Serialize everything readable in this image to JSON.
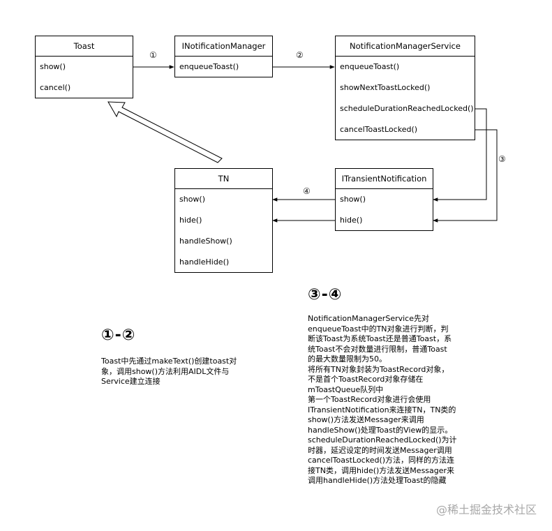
{
  "classes": {
    "toast": {
      "name": "Toast",
      "methods": [
        "show()",
        "cancel()"
      ]
    },
    "inotification_manager": {
      "name": "INotificationManager",
      "methods": [
        "enqueueToast()"
      ]
    },
    "notification_manager_service": {
      "name": "NotificationManagerService",
      "methods": [
        "enqueueToast()",
        "showNextToastLocked()",
        "scheduleDurationReachedLocked()",
        "cancelToastLocked()"
      ]
    },
    "tn": {
      "name": "TN",
      "methods": [
        "show()",
        "hide()",
        "handleShow()",
        "handleHide()"
      ]
    },
    "itransient_notification": {
      "name": "ITransientNotification",
      "methods": [
        "show()",
        "hide()"
      ]
    }
  },
  "step_labels": {
    "s1": "①",
    "s2": "②",
    "s3": "③",
    "s4": "④"
  },
  "notes": {
    "left": {
      "heading": "①-②",
      "body": "Toast中先通过makeText()创建toast对\n象，调用show()方法利用AIDL文件与\nService建立连接"
    },
    "right": {
      "heading": "③-④",
      "body": "NotificationManagerService先对\nenqueueToast中的TN对象进行判断，判\n断该Toast为系统Toast还是普通Toast，系\n统Toast不会对数量进行限制，普通Toast\n的最大数量限制为50。\n将所有TN对象封装为ToastRecord对象，\n不是首个ToastRecord对象存储在\nmToastQueue队列中\n第一个ToastRecord对象进行会使用\nITransientNotification来连接TN，TN类的\nshow()方法发送Messager来调用\nhandleShow()处理Toast的View的显示。\nscheduleDurationReachedLocked()为计\n时器，延迟设定的时间发送Messager调用\ncancelToastLocked()方法，同样的方法连\n接TN类，调用hide()方法发送Messager来\n调用handleHide()方法处理Toast的隐藏"
    }
  },
  "watermark": "@稀土掘金技术社区"
}
